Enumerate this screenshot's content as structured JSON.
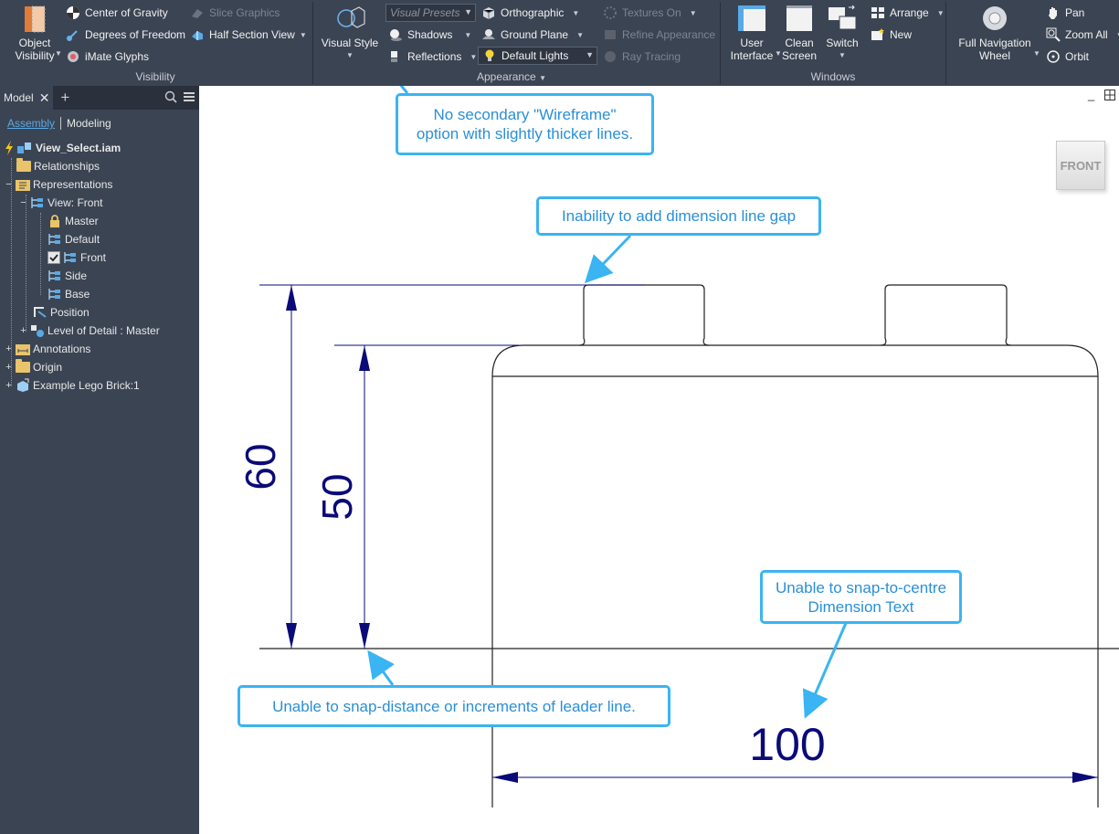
{
  "ribbon": {
    "visibility": {
      "title": "Visibility",
      "object_visibility": [
        "Object",
        "Visibility"
      ],
      "center_of_gravity": "Center of Gravity",
      "degrees_of_freedom": "Degrees of Freedom",
      "imate_glyphs": "iMate Glyphs",
      "slice_graphics": "Slice Graphics",
      "half_section_view": "Half Section View"
    },
    "appearance": {
      "title": "Appearance",
      "visual_style": "Visual Style",
      "visual_presets": "Visual Presets",
      "shadows": "Shadows",
      "reflections": "Reflections",
      "orthographic": "Orthographic",
      "ground_plane": "Ground Plane",
      "lighting_style": "Default Lights",
      "textures_on": "Textures On",
      "refine_appearance": "Refine Appearance",
      "ray_tracing": "Ray Tracing"
    },
    "windows": {
      "title": "Windows",
      "user_interface": [
        "User",
        "Interface"
      ],
      "clean_screen": [
        "Clean",
        "Screen"
      ],
      "switch": "Switch",
      "arrange": "Arrange",
      "new": "New"
    },
    "navigate": {
      "full_navigation_wheel": [
        "Full Navigation",
        "Wheel"
      ],
      "pan": "Pan",
      "zoom_all": "Zoom All",
      "orbit": "Orbit"
    }
  },
  "browser": {
    "tab": "Model",
    "subtabs": [
      "Assembly",
      "Modeling"
    ],
    "tree": [
      {
        "label": "View_Select.iam",
        "bold": true
      },
      {
        "label": "Relationships"
      },
      {
        "label": "Representations"
      },
      {
        "label": "View: Front"
      },
      {
        "label": "Master"
      },
      {
        "label": "Default"
      },
      {
        "label": "Front"
      },
      {
        "label": "Side"
      },
      {
        "label": "Base"
      },
      {
        "label": "Position"
      },
      {
        "label": "Level of Detail : Master"
      },
      {
        "label": "Annotations"
      },
      {
        "label": "Origin"
      },
      {
        "label": "Example Lego Brick:1"
      }
    ]
  },
  "viewport": {
    "viewcube_face": "FRONT",
    "dimensions": {
      "overall_height": "60",
      "body_height": "50",
      "width": "100"
    },
    "callouts": {
      "wireframe": [
        "No secondary \"Wireframe\"",
        "option with slightly thicker lines."
      ],
      "dimension_gap": "Inability to add dimension line gap",
      "snap_centre": [
        "Unable to snap-to-centre",
        "Dimension Text"
      ],
      "snap_distance": "Unable to snap-distance or increments of leader line."
    }
  },
  "colors": {
    "ribbon_bg": "#3b4453",
    "dimension": "#0a0a78",
    "callout": "#3ab4f2",
    "folder": "#e9c46a"
  }
}
